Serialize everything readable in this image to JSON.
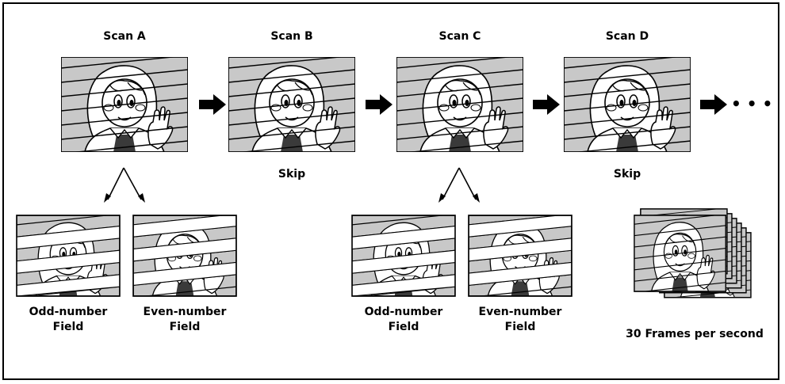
{
  "scans": [
    {
      "label": "Scan A",
      "note": ""
    },
    {
      "label": "Scan B",
      "note": "Skip"
    },
    {
      "label": "Scan C",
      "note": ""
    },
    {
      "label": "Scan D",
      "note": "Skip"
    }
  ],
  "fields": [
    {
      "line1": "Odd-number",
      "line2": "Field"
    },
    {
      "line1": "Even-number",
      "line2": "Field"
    },
    {
      "line1": "Odd-number",
      "line2": "Field"
    },
    {
      "line1": "Even-number",
      "line2": "Field"
    }
  ],
  "continuation": "• • •",
  "stack_caption": "30 Frames per second",
  "colors": {
    "frame_bg": "#c8c8c8",
    "ink": "#000000",
    "paper": "#ffffff"
  }
}
